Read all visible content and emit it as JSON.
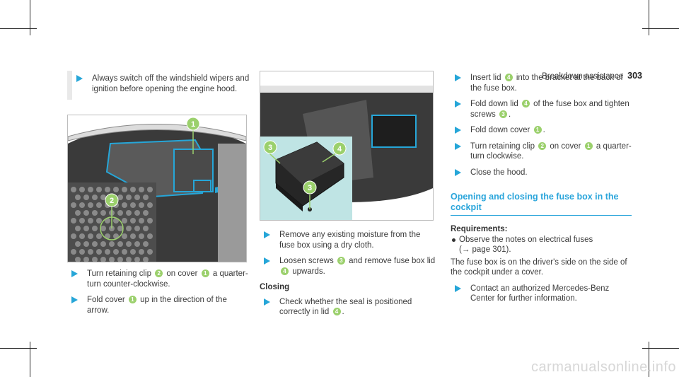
{
  "header": {
    "section": "Breakdown assistance",
    "page": "303"
  },
  "note": {
    "text": "Always switch off the windshield wipers and ignition before opening the engine hood."
  },
  "col1": {
    "figure_callouts": [
      "1",
      "2"
    ],
    "steps": [
      {
        "pre": "Turn retaining clip ",
        "n1": "2",
        "mid": " on cover ",
        "n2": "1",
        "post": " a quarter-turn counter-clockwise."
      },
      {
        "pre": "Fold cover ",
        "n1": "1",
        "post": " up in the direction of the arrow."
      }
    ]
  },
  "col2": {
    "figure_callouts": [
      "3",
      "4",
      "3"
    ],
    "steps": [
      {
        "text": "Remove any existing moisture from the fuse box using a dry cloth."
      },
      {
        "pre": "Loosen screws ",
        "n1": "3",
        "mid": " and remove fuse box lid ",
        "n2": "4",
        "post": " upwards."
      }
    ],
    "closing_label": "Closing",
    "closing_step": {
      "pre": "Check whether the seal is positioned correctly in lid ",
      "n1": "4",
      "post": "."
    }
  },
  "col3": {
    "steps": [
      {
        "pre": "Insert lid ",
        "n1": "4",
        "post": " into the bracket at the back of the fuse box."
      },
      {
        "pre": "Fold down lid ",
        "n1": "4",
        "mid": " of the fuse box and tighten screws ",
        "n2": "3",
        "post": "."
      },
      {
        "pre": "Fold down cover ",
        "n1": "1",
        "post": "."
      },
      {
        "pre": "Turn retaining clip ",
        "n1": "2",
        "mid": " on cover ",
        "n2": "1",
        "post": " a quarter-turn clockwise."
      },
      {
        "text": "Close the hood."
      }
    ],
    "section_title": "Opening and closing the fuse box in the cockpit",
    "requirements_label": "Requirements:",
    "requirement": "Observe the notes on electrical fuses",
    "requirement_ref": "(→ page 301).",
    "paragraph": "The fuse box is on the driver's side on the side of the cockpit under a cover.",
    "final_step": "Contact an authorized Mercedes-Benz Center for further information."
  },
  "watermark": "carmanualsonline.info",
  "colors": {
    "accent": "#2aa5db",
    "callout": "#9bd06c",
    "figure_bg": "#2e2e2e",
    "inset_bg": "#bfe4e4"
  }
}
